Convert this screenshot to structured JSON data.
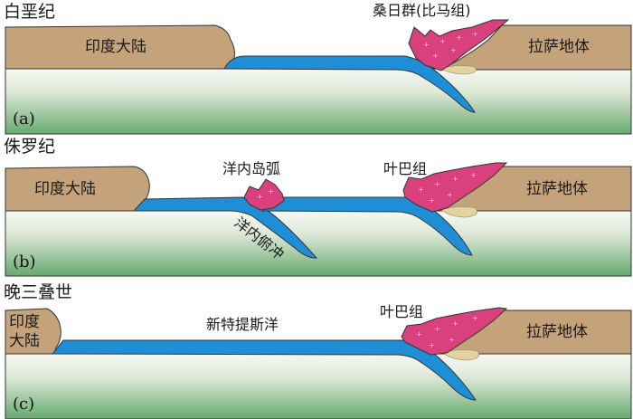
{
  "panels": [
    {
      "id": "a",
      "title": "白垩纪",
      "tag": "(a)",
      "left_block": "印度大陆",
      "right_block": "拉萨地体",
      "arc_label": "桑日群(比马组)",
      "extra_labels": []
    },
    {
      "id": "b",
      "title": "侏罗纪",
      "tag": "(b)",
      "left_block": "印度大陆",
      "right_block": "拉萨地体",
      "arc_label": "叶巴组",
      "extra_labels": [
        "洋内岛弧",
        "洋内俯冲"
      ]
    },
    {
      "id": "c",
      "title": "晚三叠世",
      "tag": "(c)",
      "left_block_lines": [
        "印度",
        "大陆"
      ],
      "right_block": "拉萨地体",
      "arc_label": "叶巴组",
      "ocean_label": "新特提斯洋"
    }
  ],
  "colors": {
    "continent": "#c4a27a",
    "ocean": "#1e8fd6",
    "magma": "#d9417c",
    "mantle_top": "#f4f7ef",
    "mantle_bottom": "#6dae75",
    "sediment": "#e2d49a"
  }
}
